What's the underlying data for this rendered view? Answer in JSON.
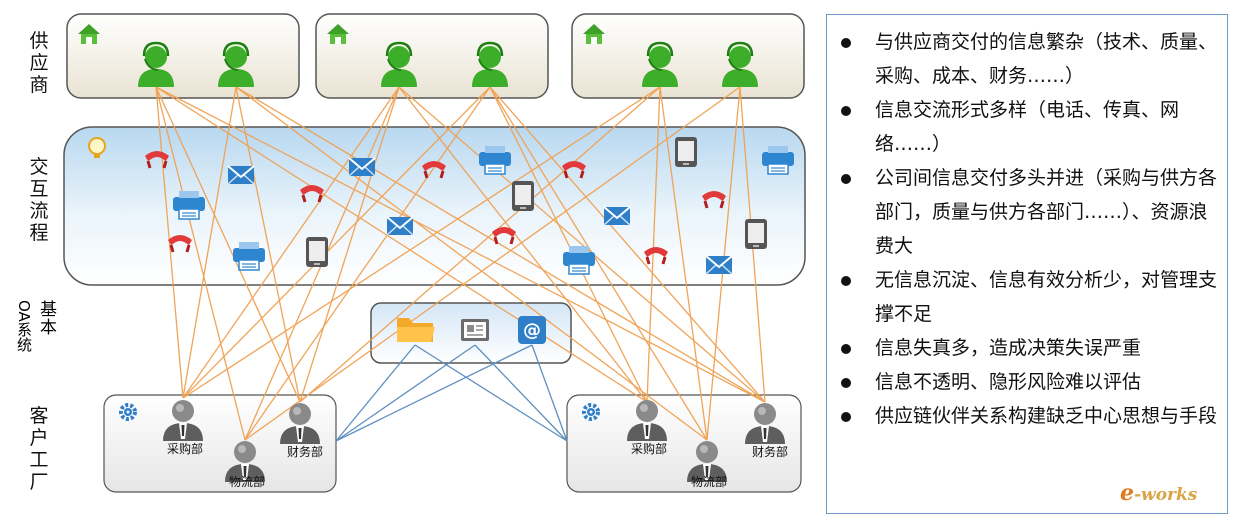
{
  "labels": {
    "supplier": [
      "供",
      "应",
      "商"
    ],
    "interaction": [
      "交",
      "互",
      "流",
      "程"
    ],
    "oa_line1": "基本",
    "oa_line2": "OA系统",
    "customer": [
      "客",
      "户",
      "工",
      "厂"
    ]
  },
  "departments": {
    "purchasing": "采购部",
    "finance": "财务部",
    "logistics": "物流部"
  },
  "bullets": [
    "与供应商交付的信息繁杂（技术、质量、采购、成本、财务……）",
    "信息交流形式多样（电话、传真、网络……）",
    "公司间信息交付多头并进（采购与供方各部门，质量与供方各部门……）、资源浪费大",
    "无信息沉淀、信息有效分析少，对管理支撑不足",
    "信息失真多，造成决策失误严重",
    "信息不透明、隐形风险难以评估",
    "供应链伙伴关系构建缺乏中心思想与手段"
  ],
  "watermark": {
    "letter": "e",
    "rest": "-works"
  },
  "colors": {
    "orange_line": "#f0a050",
    "blue_line": "#5f8fc0",
    "panel_border": "#6f9dc8",
    "green_person": "#3cae2a",
    "phone_red": "#e23a3a",
    "blue_icon": "#2f7fc8"
  }
}
